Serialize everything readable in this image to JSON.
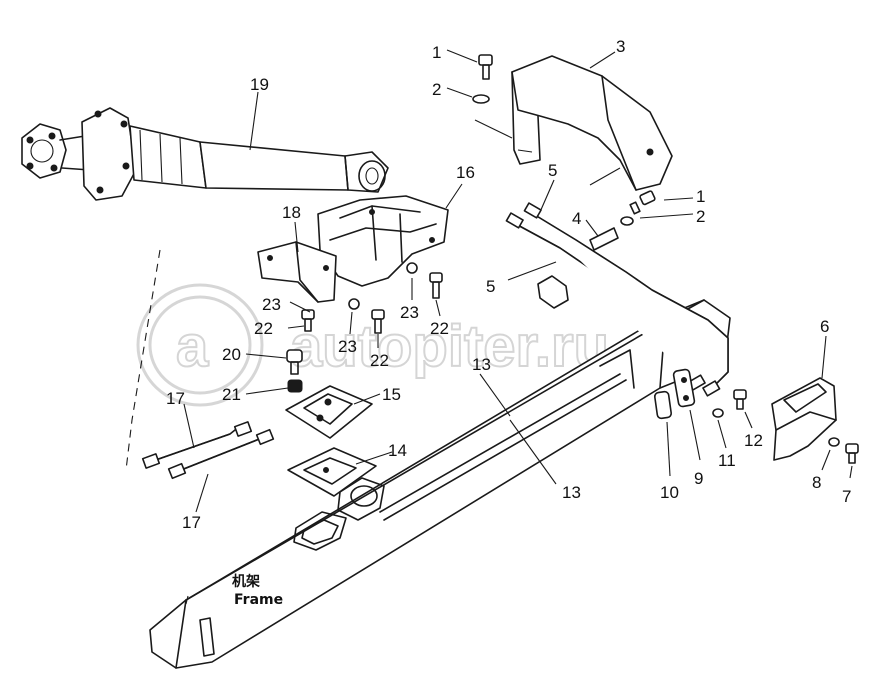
{
  "watermark": {
    "text": "autopiter.ru",
    "badge": "a"
  },
  "frame_label": {
    "cn": "机架",
    "en": "Frame"
  },
  "callouts": [
    {
      "id": "c1a",
      "text": "1"
    },
    {
      "id": "c2a",
      "text": "2"
    },
    {
      "id": "c3",
      "text": "3"
    },
    {
      "id": "c19",
      "text": "19"
    },
    {
      "id": "c16",
      "text": "16"
    },
    {
      "id": "c18",
      "text": "18"
    },
    {
      "id": "c5a",
      "text": "5"
    },
    {
      "id": "c4",
      "text": "4"
    },
    {
      "id": "c1b",
      "text": "1"
    },
    {
      "id": "c2b",
      "text": "2"
    },
    {
      "id": "c5b",
      "text": "5"
    },
    {
      "id": "c23a",
      "text": "23"
    },
    {
      "id": "c22a",
      "text": "22"
    },
    {
      "id": "c23b",
      "text": "23"
    },
    {
      "id": "c22b",
      "text": "22"
    },
    {
      "id": "c23c",
      "text": "23"
    },
    {
      "id": "c22c",
      "text": "22"
    },
    {
      "id": "c20",
      "text": "20"
    },
    {
      "id": "c13a",
      "text": "13"
    },
    {
      "id": "c21",
      "text": "21"
    },
    {
      "id": "c15",
      "text": "15"
    },
    {
      "id": "c6",
      "text": "6"
    },
    {
      "id": "c17a",
      "text": "17"
    },
    {
      "id": "c14",
      "text": "14"
    },
    {
      "id": "c12",
      "text": "12"
    },
    {
      "id": "c11",
      "text": "11"
    },
    {
      "id": "c9",
      "text": "9"
    },
    {
      "id": "c10",
      "text": "10"
    },
    {
      "id": "c13b",
      "text": "13"
    },
    {
      "id": "c8",
      "text": "8"
    },
    {
      "id": "c7",
      "text": "7"
    },
    {
      "id": "c17b",
      "text": "17"
    }
  ]
}
